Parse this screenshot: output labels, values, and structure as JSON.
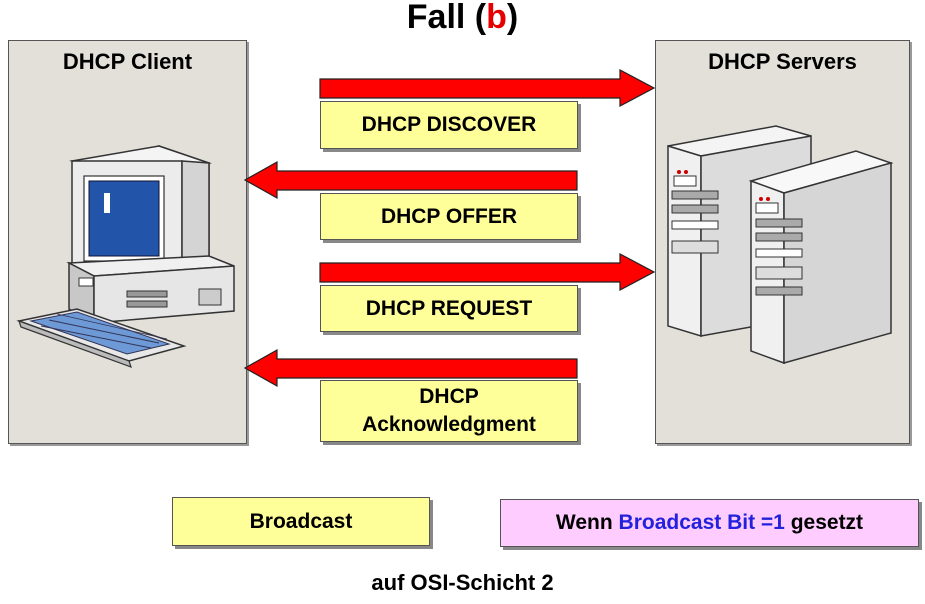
{
  "title": {
    "main": "Fall (",
    "accent": "b",
    "close": ")"
  },
  "client": {
    "label": "DHCP Client",
    "icon": "desktop-computer-icon"
  },
  "servers": {
    "label": "DHCP Servers",
    "icon": "server-tower-icon"
  },
  "messages": [
    {
      "label": "DHCP DISCOVER",
      "direction": "right"
    },
    {
      "label": "DHCP OFFER",
      "direction": "left"
    },
    {
      "label": "DHCP REQUEST",
      "direction": "right"
    },
    {
      "line1": "DHCP",
      "line2": "Acknowledgment",
      "direction": "left"
    }
  ],
  "legend": {
    "broadcast": "Broadcast",
    "conditional_prefix": "Wenn",
    "conditional_highlight": "Broadcast Bit =1",
    "conditional_suffix": "gesetzt"
  },
  "footer": "auf OSI-Schicht 2",
  "colors": {
    "arrow": "#ff0000",
    "label_bg": "#ffff99",
    "panel_bg": "#e3e0da",
    "legend_conditional_bg": "#ffccff",
    "highlight_text": "#2222dd"
  }
}
